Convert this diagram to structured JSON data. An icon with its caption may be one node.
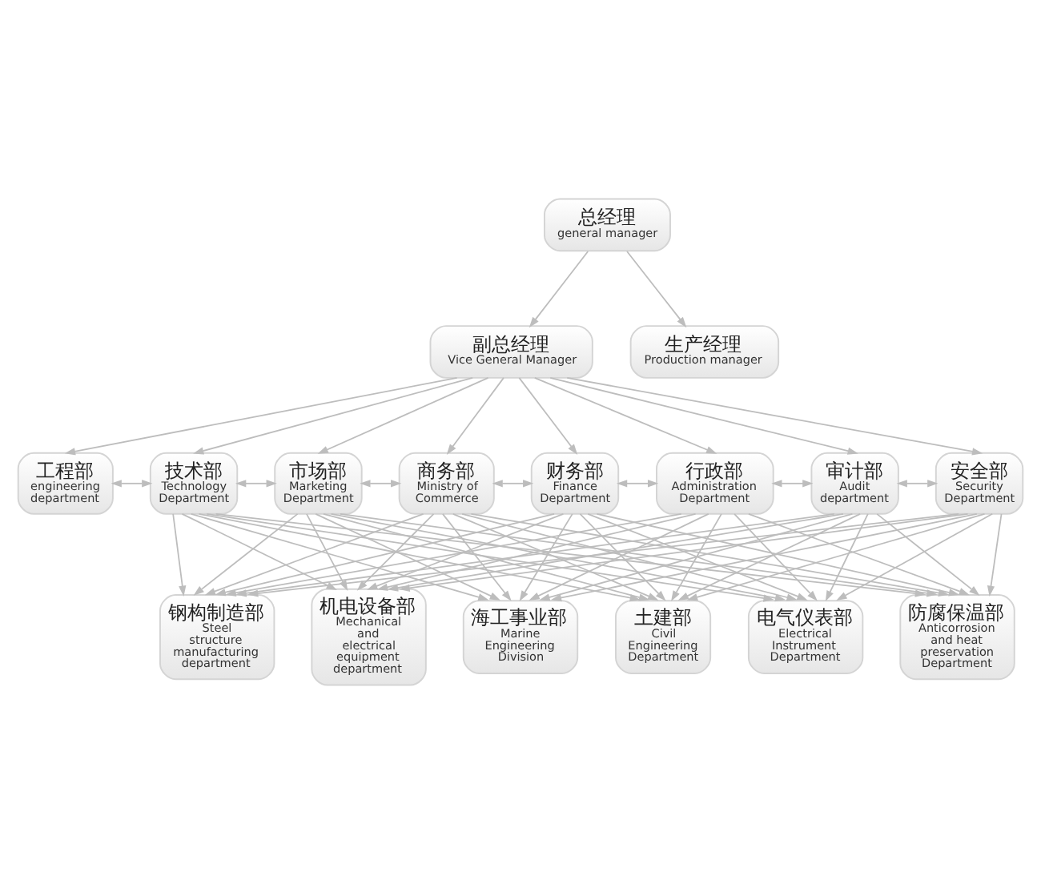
{
  "diagram": {
    "nodes": [
      {
        "text": [
          "总经理",
          "general manager"
        ]
      },
      {
        "text": [
          "副总经理",
          "Vice General Manager"
        ]
      },
      {
        "text": [
          "生产经理",
          "Production manager"
        ]
      },
      {
        "text": [
          "工程部",
          "engineering department"
        ]
      },
      {
        "text": [
          "技术部",
          "Technology Department"
        ]
      },
      {
        "text": [
          "市场部",
          "Marketing Department"
        ]
      },
      {
        "text": [
          "商务部",
          "Ministry of Commerce"
        ]
      },
      {
        "text": [
          "财务部",
          "Finance Department"
        ]
      },
      {
        "text": [
          "行政部",
          "Administration Department"
        ]
      },
      {
        "text": [
          "审计部",
          "Audit department"
        ]
      },
      {
        "text": [
          "安全部",
          "Security Department"
        ]
      },
      {
        "text": [
          "钢构制造部",
          "Steel structure manufacturing department"
        ]
      },
      {
        "text": [
          "机电设备部",
          "Mechanical and electrical equipment department"
        ]
      },
      {
        "text": [
          "海工事业部",
          "Marine Engineering Division"
        ]
      },
      {
        "text": [
          "土建部",
          "Civil Engineering Department"
        ]
      },
      {
        "text": [
          "电气仪表部",
          "Electrical Instrument Department"
        ]
      },
      {
        "text": [
          "防腐保温部",
          "Anticorrosion and heat preservation Department"
        ]
      }
    ],
    "edges": [
      {
        "from": 0,
        "to": 1,
        "arrow": "to"
      },
      {
        "from": 0,
        "to": 2,
        "arrow": "to"
      },
      {
        "from": 1,
        "to": 3,
        "arrow": "to"
      },
      {
        "from": 1,
        "to": 4,
        "arrow": "to"
      },
      {
        "from": 1,
        "to": 5,
        "arrow": "to"
      },
      {
        "from": 1,
        "to": 6,
        "arrow": "to"
      },
      {
        "from": 1,
        "to": 7,
        "arrow": "to"
      },
      {
        "from": 1,
        "to": 8,
        "arrow": "to"
      },
      {
        "from": 1,
        "to": 9,
        "arrow": "to"
      },
      {
        "from": 1,
        "to": 10,
        "arrow": "to"
      },
      {
        "from": 3,
        "to": 4,
        "arrow": "both"
      },
      {
        "from": 4,
        "to": 5,
        "arrow": "both"
      },
      {
        "from": 5,
        "to": 6,
        "arrow": "both"
      },
      {
        "from": 6,
        "to": 7,
        "arrow": "both"
      },
      {
        "from": 7,
        "to": 8,
        "arrow": "both"
      },
      {
        "from": 8,
        "to": 9,
        "arrow": "both"
      },
      {
        "from": 9,
        "to": 10,
        "arrow": "both"
      },
      {
        "from": 4,
        "to": 11,
        "arrow": "to"
      },
      {
        "from": 4,
        "to": 12,
        "arrow": "to"
      },
      {
        "from": 4,
        "to": 13,
        "arrow": "to"
      },
      {
        "from": 4,
        "to": 14,
        "arrow": "to"
      },
      {
        "from": 4,
        "to": 15,
        "arrow": "to"
      },
      {
        "from": 4,
        "to": 16,
        "arrow": "to"
      },
      {
        "from": 5,
        "to": 11,
        "arrow": "to"
      },
      {
        "from": 5,
        "to": 12,
        "arrow": "to"
      },
      {
        "from": 5,
        "to": 13,
        "arrow": "to"
      },
      {
        "from": 5,
        "to": 14,
        "arrow": "to"
      },
      {
        "from": 5,
        "to": 15,
        "arrow": "to"
      },
      {
        "from": 5,
        "to": 16,
        "arrow": "to"
      },
      {
        "from": 6,
        "to": 11,
        "arrow": "to"
      },
      {
        "from": 6,
        "to": 12,
        "arrow": "to"
      },
      {
        "from": 6,
        "to": 13,
        "arrow": "to"
      },
      {
        "from": 6,
        "to": 14,
        "arrow": "to"
      },
      {
        "from": 6,
        "to": 15,
        "arrow": "to"
      },
      {
        "from": 6,
        "to": 16,
        "arrow": "to"
      },
      {
        "from": 7,
        "to": 11,
        "arrow": "to"
      },
      {
        "from": 7,
        "to": 12,
        "arrow": "to"
      },
      {
        "from": 7,
        "to": 13,
        "arrow": "to"
      },
      {
        "from": 7,
        "to": 14,
        "arrow": "to"
      },
      {
        "from": 7,
        "to": 15,
        "arrow": "to"
      },
      {
        "from": 7,
        "to": 16,
        "arrow": "to"
      },
      {
        "from": 8,
        "to": 11,
        "arrow": "to"
      },
      {
        "from": 8,
        "to": 12,
        "arrow": "to"
      },
      {
        "from": 8,
        "to": 13,
        "arrow": "to"
      },
      {
        "from": 8,
        "to": 14,
        "arrow": "to"
      },
      {
        "from": 8,
        "to": 15,
        "arrow": "to"
      },
      {
        "from": 8,
        "to": 16,
        "arrow": "to"
      },
      {
        "from": 9,
        "to": 11,
        "arrow": "to"
      },
      {
        "from": 9,
        "to": 12,
        "arrow": "to"
      },
      {
        "from": 9,
        "to": 13,
        "arrow": "to"
      },
      {
        "from": 9,
        "to": 14,
        "arrow": "to"
      },
      {
        "from": 9,
        "to": 15,
        "arrow": "to"
      },
      {
        "from": 9,
        "to": 16,
        "arrow": "to"
      },
      {
        "from": 10,
        "to": 11,
        "arrow": "to"
      },
      {
        "from": 10,
        "to": 12,
        "arrow": "to"
      },
      {
        "from": 10,
        "to": 13,
        "arrow": "to"
      },
      {
        "from": 10,
        "to": 14,
        "arrow": "to"
      },
      {
        "from": 10,
        "to": 15,
        "arrow": "to"
      },
      {
        "from": 10,
        "to": 16,
        "arrow": "to"
      }
    ]
  }
}
